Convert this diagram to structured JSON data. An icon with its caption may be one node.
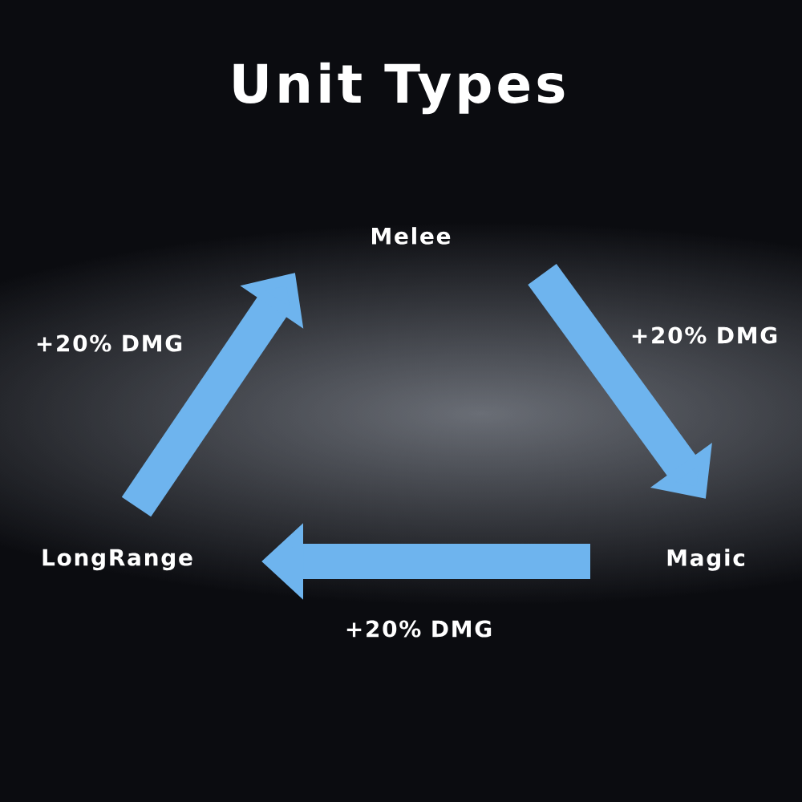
{
  "diagram": {
    "title": "Unit Types",
    "nodes": [
      {
        "text": [
          "Melee"
        ]
      },
      {
        "text": [
          "LongRange"
        ]
      },
      {
        "text": [
          "Magic"
        ]
      }
    ],
    "edges": [
      {
        "from": 1,
        "to": 0,
        "arrow": "to",
        "label": "+20% DMG"
      },
      {
        "from": 0,
        "to": 2,
        "arrow": "to",
        "label": "+20% DMG"
      },
      {
        "from": 2,
        "to": 1,
        "arrow": "to",
        "label": "+20% DMG"
      }
    ]
  }
}
